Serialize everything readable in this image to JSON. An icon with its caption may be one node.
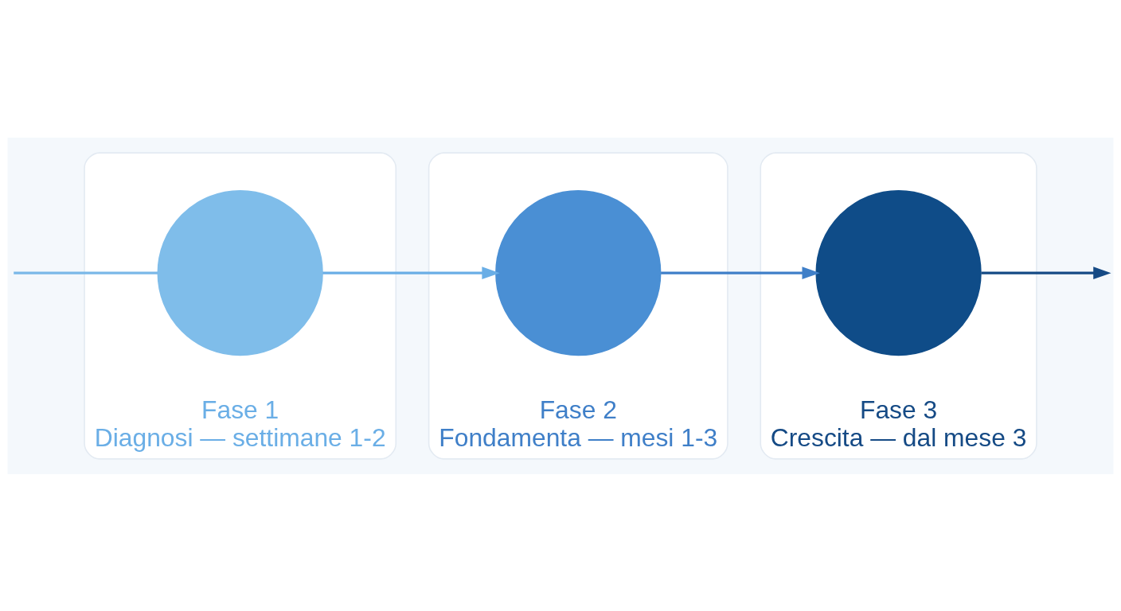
{
  "diagram": {
    "nodes": [
      {
        "text": [
          "Fase 1",
          "Diagnosi — settimane 1-2"
        ]
      },
      {
        "text": [],
        "shape": "circle",
        "in": 0
      },
      {
        "text": [
          "Fase 2",
          "Fondamenta — mesi 1-3"
        ]
      },
      {
        "text": [],
        "shape": "circle",
        "in": 2
      },
      {
        "text": [
          "Fase 3",
          "Crescita — dal mese 3"
        ]
      },
      {
        "text": [],
        "shape": "circle",
        "in": 4
      }
    ],
    "edges": [
      {
        "from": null,
        "to": 1,
        "arrow": "none",
        "color": "#7ab8e8"
      },
      {
        "from": 1,
        "to": 3,
        "arrow": "to",
        "color": "#6aaee6"
      },
      {
        "from": 3,
        "to": 5,
        "arrow": "to",
        "color": "#3f7fc8"
      },
      {
        "from": 5,
        "to": null,
        "arrow": "to",
        "color": "#154a85"
      }
    ]
  }
}
